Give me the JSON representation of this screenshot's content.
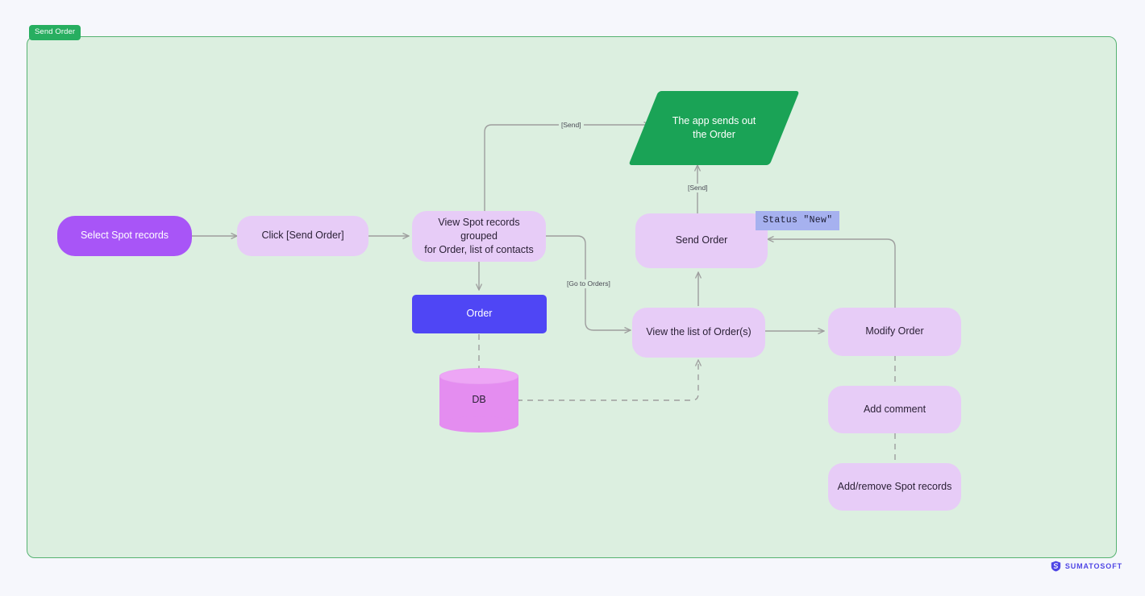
{
  "diagram": {
    "subgraph_label": "Send Order",
    "nodes": [
      {
        "id": "select_spot",
        "label": "Select Spot records",
        "shape": "rounded-primary"
      },
      {
        "id": "click_send",
        "label": "Click [Send Order]",
        "shape": "rounded"
      },
      {
        "id": "view_spot",
        "label_line1": "View Spot records grouped",
        "label_line2": "for Order, list of contacts",
        "shape": "rounded"
      },
      {
        "id": "order",
        "label": "Order",
        "shape": "rect"
      },
      {
        "id": "db",
        "label": "DB",
        "shape": "cylinder"
      },
      {
        "id": "app_sends",
        "label_line1": "The app sends out",
        "label_line2": "the Order",
        "shape": "parallelogram"
      },
      {
        "id": "send_order",
        "label": "Send Order",
        "shape": "rounded"
      },
      {
        "id": "view_orders",
        "label": "View the list of Order(s)",
        "shape": "rounded"
      },
      {
        "id": "modify_order",
        "label": "Modify Order",
        "shape": "rounded"
      },
      {
        "id": "add_comment",
        "label": "Add comment",
        "shape": "rounded"
      },
      {
        "id": "add_remove",
        "label": "Add/remove Spot records",
        "shape": "rounded"
      }
    ],
    "edge_labels": {
      "send_top": "[Send]",
      "send_vertical": "[Send]",
      "go_to_orders": "[Go to Orders]"
    },
    "note": "Status \"New\""
  },
  "watermark": {
    "brand": "SUMATOSOFT",
    "logo_icon": "shield-s-icon"
  },
  "colors": {
    "page_background": "#f6f7fc",
    "subgraph_background": "#dcefe0",
    "subgraph_border": "#55b271",
    "subgraph_label_bg": "#27ae60",
    "node_lavender": "#e7ccf7",
    "node_purple": "#a855f7",
    "node_blue": "#4f46f5",
    "node_green": "#1aa356",
    "node_db": "#e48df0",
    "note_bg": "#a6b1ef",
    "edge_stroke": "#9e9e9e",
    "brand": "#4f46e5"
  }
}
